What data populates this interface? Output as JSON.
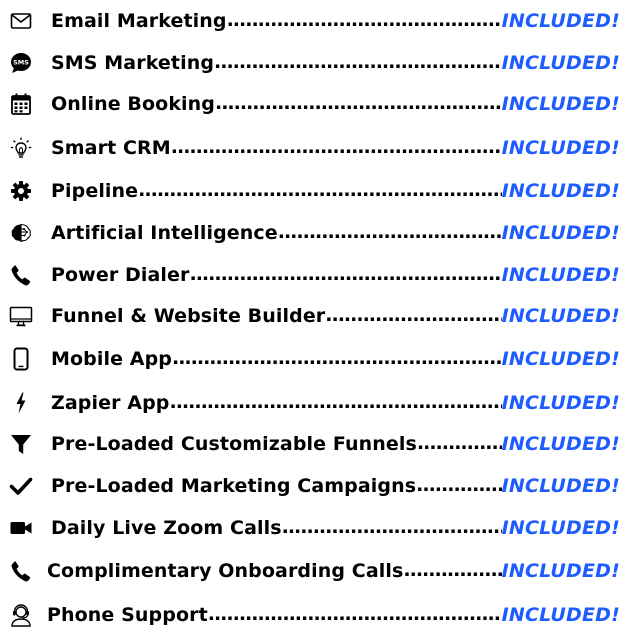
{
  "status_label": "INCLUDED!",
  "colors": {
    "status": "#1e5cff",
    "text": "#000000",
    "background": "#ffffff"
  },
  "leader_char": ".",
  "features": [
    {
      "label": "Email Marketing",
      "icon": "envelope-icon"
    },
    {
      "label": "SMS Marketing",
      "icon": "sms-bubble-icon"
    },
    {
      "label": "Online Booking",
      "icon": "calendar-icon"
    },
    {
      "label": "Smart CRM",
      "icon": "lightbulb-icon"
    },
    {
      "label": "Pipeline",
      "icon": "gear-icon"
    },
    {
      "label": "Artificial Intelligence",
      "icon": "brain-icon"
    },
    {
      "label": "Power Dialer",
      "icon": "phone-icon"
    },
    {
      "label": "Funnel & Website Builder",
      "icon": "monitor-icon"
    },
    {
      "label": "Mobile App",
      "icon": "smartphone-icon"
    },
    {
      "label": "Zapier App",
      "icon": "lightning-icon"
    },
    {
      "label": "Pre-Loaded Customizable Funnels",
      "icon": "filter-funnel-icon"
    },
    {
      "label": "Pre-Loaded Marketing Campaigns",
      "icon": "checkmark-icon"
    },
    {
      "label": "Daily Live Zoom Calls",
      "icon": "video-camera-icon"
    },
    {
      "label": "Complimentary Onboarding Calls",
      "icon": "phone-icon"
    },
    {
      "label": "Phone Support",
      "icon": "headset-agent-icon"
    }
  ]
}
